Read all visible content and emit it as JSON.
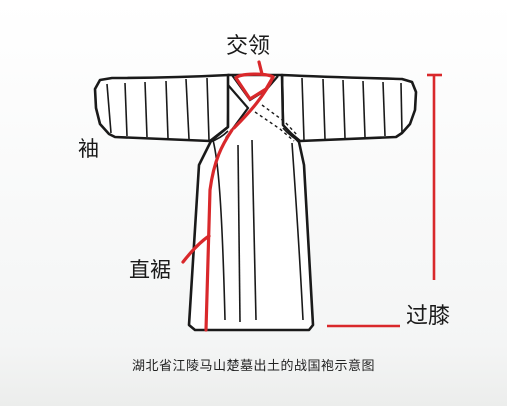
{
  "labels": {
    "collar": "交领",
    "sleeve": "袖",
    "skirt": "直裾",
    "knee": "过膝"
  },
  "caption": "湖北省江陵马山楚墓出土的战国袍示意图",
  "colors": {
    "outline": "#1a1a1a",
    "highlight": "#d9282b",
    "fill": "#ffffff"
  }
}
